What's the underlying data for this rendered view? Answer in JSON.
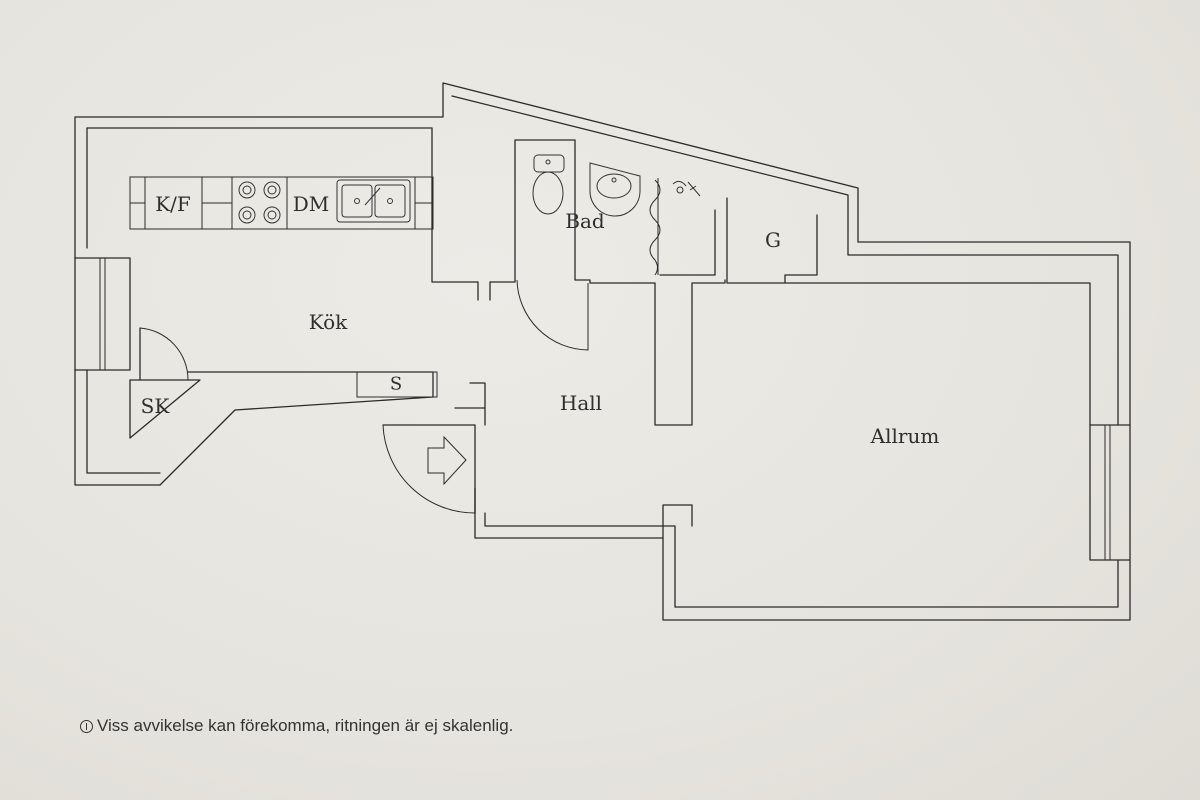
{
  "floorplan": {
    "rooms": {
      "kitchen": "Kök",
      "hall": "Hall",
      "bathroom": "Bad",
      "living_room": "Allrum",
      "wardrobe_g": "G",
      "closet_sk": "SK",
      "storage_s": "S"
    },
    "fixtures": {
      "fridge_freezer": "K/F",
      "dishwasher": "DM"
    }
  },
  "footer": {
    "icon": "info-icon",
    "disclaimer": "Viss avvikelse kan förekomma, ritningen är ej skalenlig."
  }
}
